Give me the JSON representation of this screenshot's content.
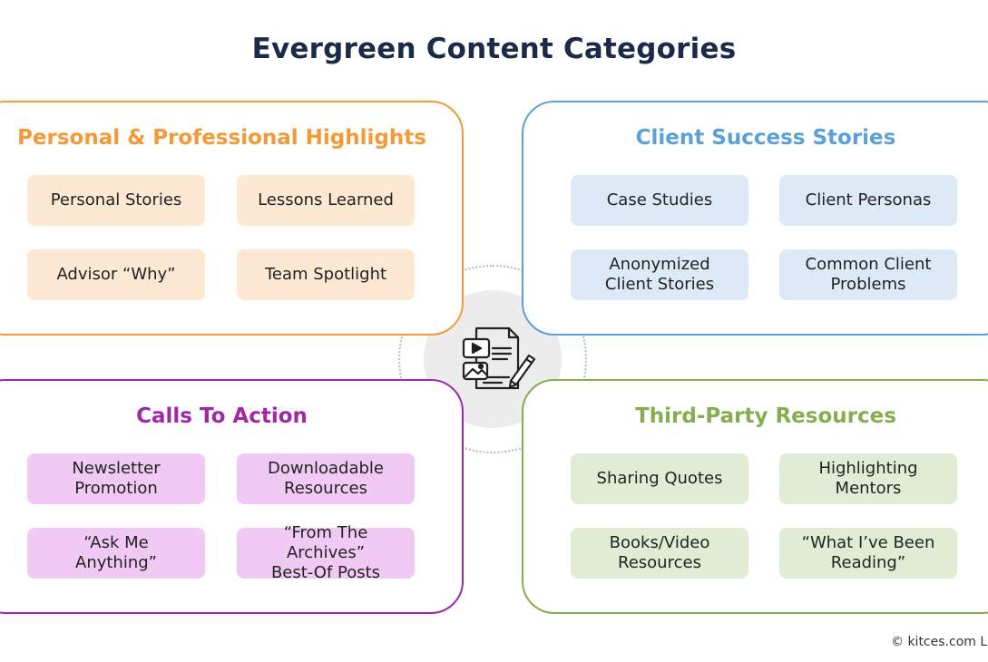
{
  "title": "Evergreen Content Categories",
  "center_icon": "content-document-icon",
  "copyright": "© kitces.com LLC",
  "colors": {
    "title": "#1b2a48",
    "personal": "#f29a38",
    "client": "#5ba1d7",
    "calls": "#a226a8",
    "third_party": "#86ad4f"
  },
  "panels": {
    "personal": {
      "title": "Personal & Professional Highlights",
      "items": [
        "Personal Stories",
        "Lessons Learned",
        "Advisor “Why”",
        "Team Spotlight"
      ]
    },
    "client": {
      "title": "Client Success Stories",
      "items": [
        "Case Studies",
        "Client Personas",
        "Anonymized\nClient Stories",
        "Common Client\nProblems"
      ]
    },
    "calls": {
      "title": "Calls To Action",
      "items": [
        "Newsletter\nPromotion",
        "Downloadable\nResources",
        "“Ask Me\nAnything”",
        "“From The Archives”\nBest-Of Posts"
      ]
    },
    "third_party": {
      "title": "Third-Party Resources",
      "items": [
        "Sharing Quotes",
        "Highlighting\nMentors",
        "Books/Video\nResources",
        "“What I’ve Been\nReading”"
      ]
    }
  }
}
